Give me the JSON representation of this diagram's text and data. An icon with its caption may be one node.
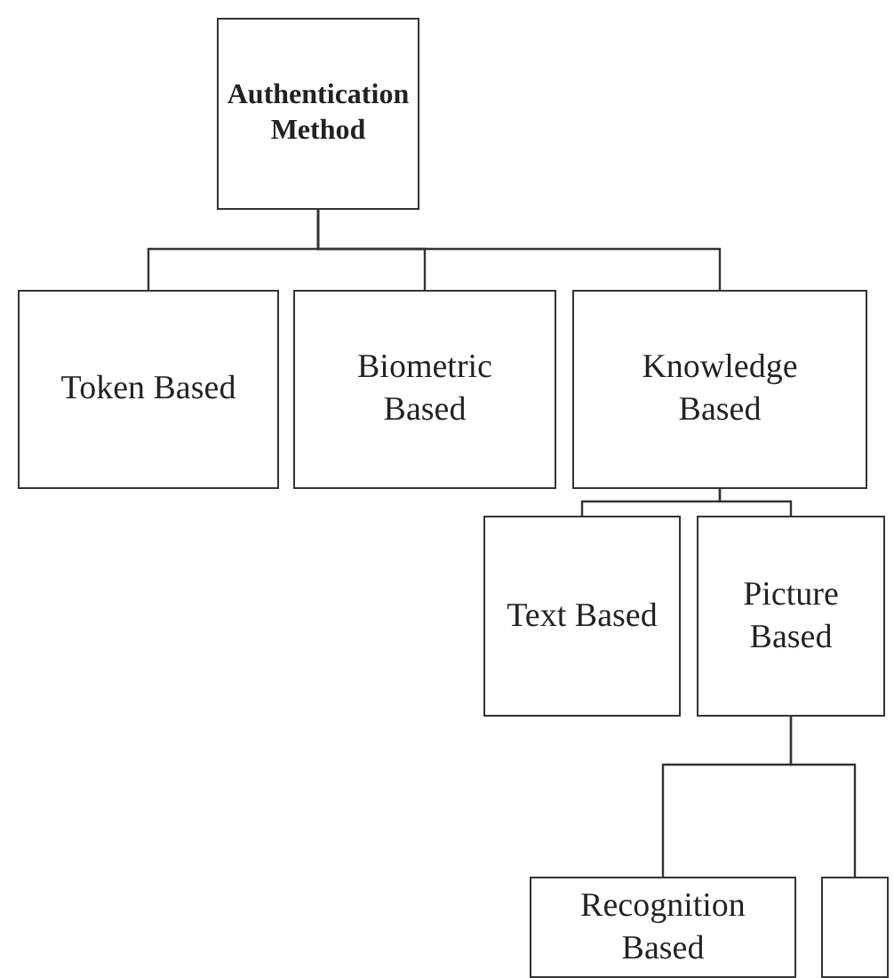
{
  "diagram": {
    "nodes": [
      {
        "text": [
          "Authentication Method"
        ]
      },
      {
        "text": [
          "Token Based"
        ]
      },
      {
        "text": [
          "Biometric Based"
        ]
      },
      {
        "text": [
          "Knowledge Based"
        ]
      },
      {
        "text": [
          "Text Based"
        ]
      },
      {
        "text": [
          "Picture Based"
        ]
      },
      {
        "text": [
          "Recognition Based"
        ]
      },
      {
        "text": [],
        "shape": "box"
      }
    ],
    "edges": [
      {
        "from": 0,
        "to": 1,
        "arrow": "none"
      },
      {
        "from": 0,
        "to": 2,
        "arrow": "none"
      },
      {
        "from": 0,
        "to": 3,
        "arrow": "none"
      },
      {
        "from": 3,
        "to": 4,
        "arrow": "none"
      },
      {
        "from": 3,
        "to": 5,
        "arrow": "none"
      },
      {
        "from": 5,
        "to": 6,
        "arrow": "none"
      },
      {
        "from": 5,
        "to": 7,
        "arrow": "none"
      }
    ]
  }
}
